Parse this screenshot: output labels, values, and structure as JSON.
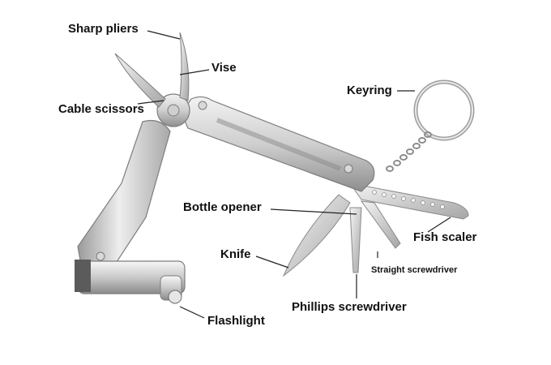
{
  "labels": {
    "sharp_pliers": "Sharp pliers",
    "vise": "Vise",
    "cable_scissors": "Cable scissors",
    "keyring": "Keyring",
    "bottle_opener": "Bottle opener",
    "fish_scaler": "Fish scaler",
    "knife": "Knife",
    "straight_screwdriver": "Straight screwdriver",
    "phillips_screwdriver": "Phillips screwdriver",
    "flashlight": "Flashlight"
  },
  "colors": {
    "background": "#ffffff",
    "metal_light": "#e4e4e4",
    "metal_mid": "#bdbdbd",
    "metal_dark": "#7d7d7d",
    "label_text": "#111111",
    "leader_line": "#222222"
  }
}
